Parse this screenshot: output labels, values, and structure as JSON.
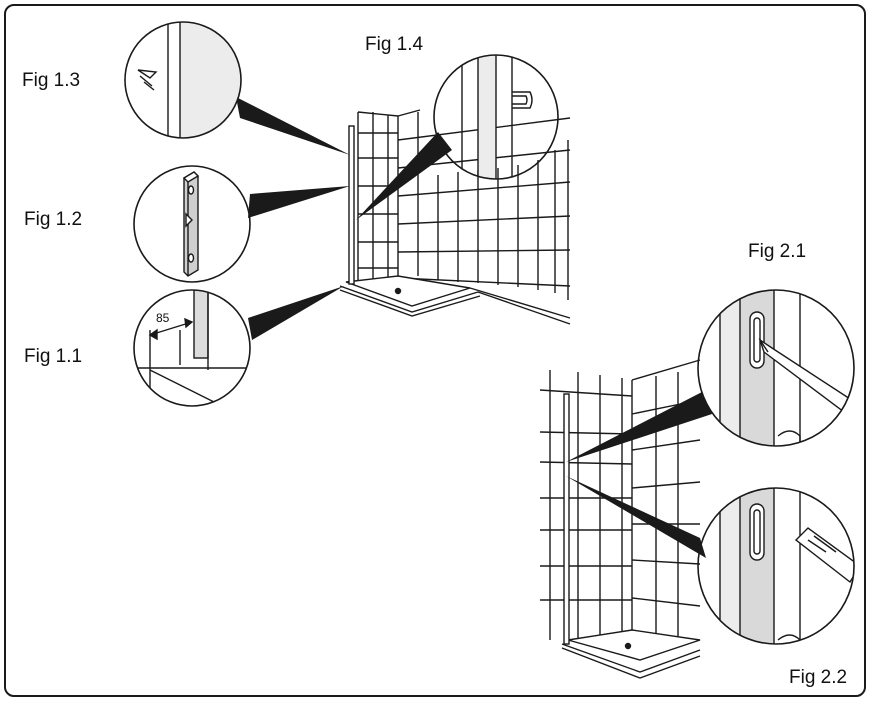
{
  "figures": {
    "fig_1_1": "Fig 1.1",
    "fig_1_2": "Fig 1.2",
    "fig_1_3": "Fig 1.3",
    "fig_1_4": "Fig 1.4",
    "fig_2_1": "Fig 2.1",
    "fig_2_2": "Fig 2.2"
  },
  "dimension_label": "85",
  "colors": {
    "line": "#1a1a1a",
    "shade": "#d9d9d9",
    "light_shade": "#ececec"
  }
}
